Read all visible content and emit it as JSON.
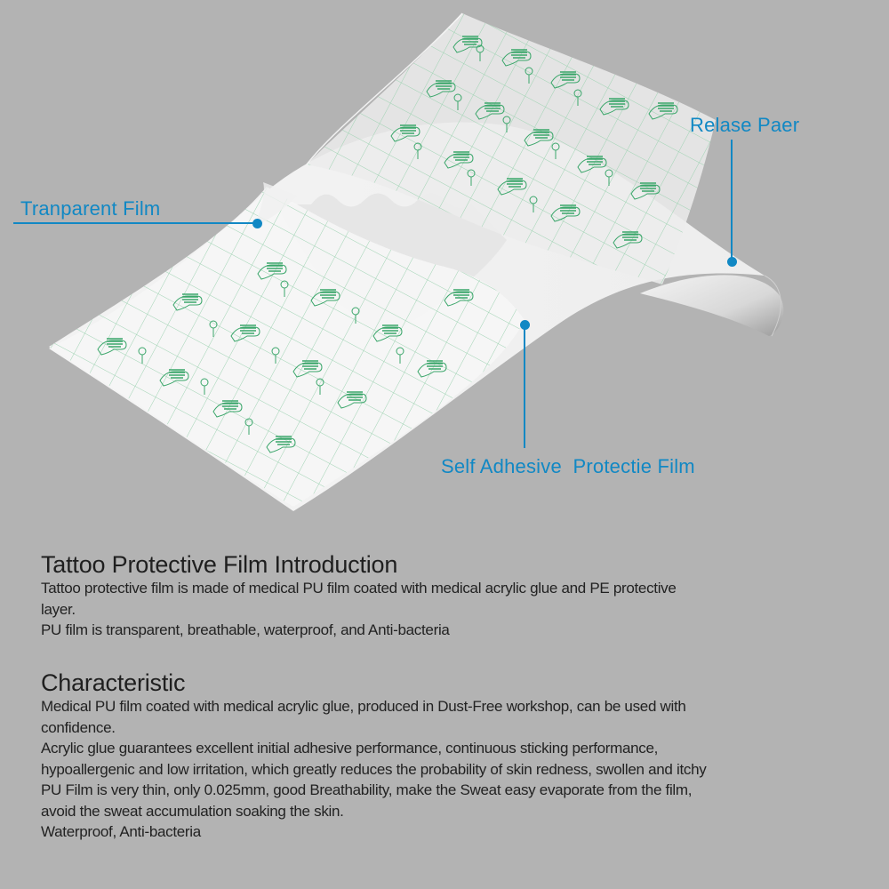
{
  "colors": {
    "background": "#b3b3b3",
    "callout": "#1188c4",
    "heading": "#1f1f1f",
    "body_text": "#222222",
    "film_print_green": "#3aa66a",
    "grid_line": "#9fd3b3"
  },
  "illustration": {
    "callouts": {
      "transparent_film": "Tranparent Film",
      "release_paper": "Relase Paer",
      "self_adhesive_film": "Self Adhesive  Protectie Film"
    }
  },
  "intro": {
    "title": "Tattoo Protective Film Introduction",
    "lines": [
      "Tattoo protective film is made of medical PU film coated with medical acrylic glue and PE protective",
      "layer.",
      "PU film is transparent, breathable, waterproof, and Anti-bacteria"
    ]
  },
  "characteristic": {
    "title": "Characteristic",
    "lines": [
      "Medical PU film coated with medical acrylic glue, produced in Dust-Free workshop, can be used with",
      "confidence.",
      "Acrylic glue guarantees excellent initial adhesive performance, continuous sticking performance,",
      "hypoallergenic and low irritation, which greatly reduces the probability of skin redness, swollen and itchy",
      "PU Film is very thin, only 0.025mm, good Breathability, make the Sweat easy evaporate from the film,",
      "avoid the sweat accumulation soaking the skin.",
      "Waterproof, Anti-bacteria"
    ]
  }
}
